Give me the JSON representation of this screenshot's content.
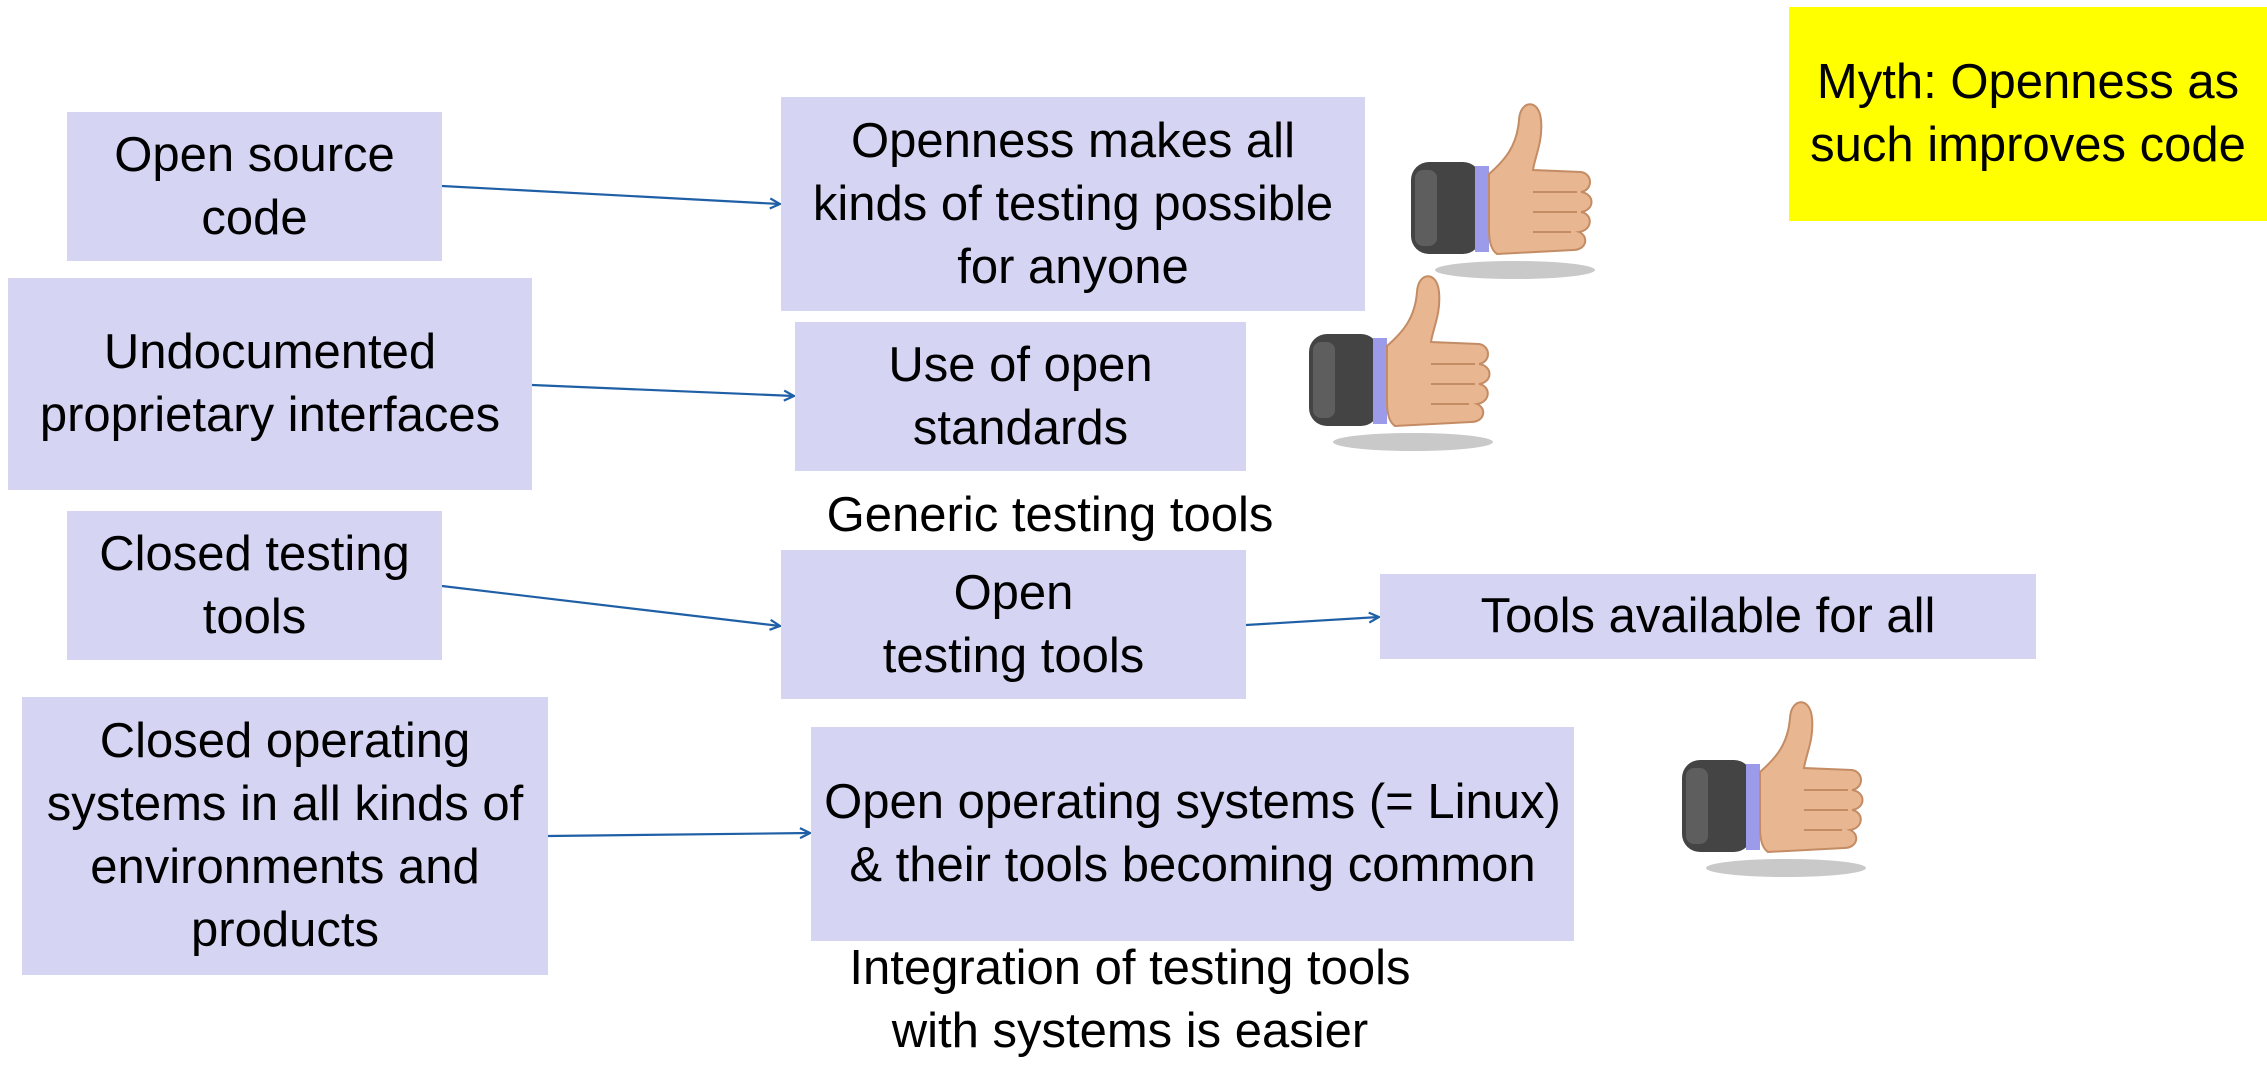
{
  "colors": {
    "box_fill": "#d5d5f3",
    "myth_fill": "#ffff00",
    "arrow": "#1f5fa6"
  },
  "boxes": {
    "open_source_code": "Open source code",
    "openness_testing": "Openness makes all kinds of testing possible for anyone",
    "undocumented_interfaces": "Undocumented proprietary interfaces",
    "open_standards": "Use of open standards",
    "closed_testing_tools": "Closed testing tools",
    "open_testing_tools": "Open testing tools",
    "tools_available": "Tools available for all",
    "closed_os": "Closed operating systems in all kinds of environments and products",
    "open_os": "Open operating systems (= Linux) & their tools becoming common"
  },
  "myth": "Myth: Openness as such improves code",
  "labels": {
    "generic_testing_tools": "Generic testing tools",
    "integration": "Integration of testing tools with systems is easier"
  },
  "icons": [
    "thumbs-up-icon",
    "thumbs-up-icon",
    "thumbs-up-icon"
  ]
}
